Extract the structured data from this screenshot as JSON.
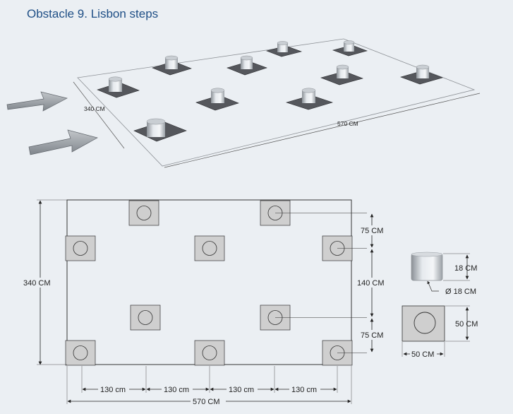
{
  "title": "Obstacle 9. Lisbon steps",
  "iso_labels": {
    "depth": "340 CM",
    "width": "570 CM"
  },
  "plan_labels": {
    "height": "340 CM",
    "spacing_top": "75 CM",
    "spacing_mid": "140 CM",
    "spacing_bottom": "75 CM",
    "col_1": "130 cm",
    "col_2": "130 cm",
    "col_3": "130 cm",
    "col_4": "130 cm",
    "total_width": "570 CM"
  },
  "detail_labels": {
    "cyl_height": "18 CM",
    "cyl_diameter": "Ø 18 CM",
    "plate_height": "50 CM",
    "plate_width": "50 CM"
  },
  "colors": {
    "title": "#1f4f86",
    "background": "#ebeff3",
    "plate_iso": "#55575c",
    "plate_plan": "#cfcfcf"
  }
}
